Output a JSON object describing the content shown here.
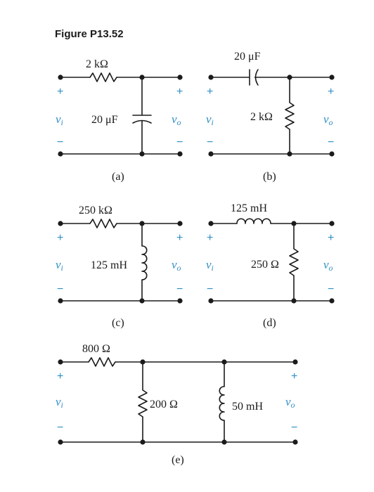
{
  "figure_title": "Figure P13.52",
  "colors": {
    "ink": "#1b1b1b",
    "accent": "#2f8fc6"
  },
  "signs": {
    "plus": "+",
    "minus": "−"
  },
  "symbols": {
    "vi_base": "v",
    "vi_sub": "i",
    "vo_base": "v",
    "vo_sub": "o"
  },
  "circuits": {
    "a": {
      "caption": "(a)",
      "resistor": "2 kΩ",
      "capacitor": "20 μF"
    },
    "b": {
      "caption": "(b)",
      "capacitor": "20 μF",
      "resistor": "2 kΩ"
    },
    "c": {
      "caption": "(c)",
      "resistor": "250 kΩ",
      "inductor": "125 mH"
    },
    "d": {
      "caption": "(d)",
      "inductor": "125 mH",
      "resistor": "250 Ω"
    },
    "e": {
      "caption": "(e)",
      "resistor_series": "800 Ω",
      "resistor_shunt": "200 Ω",
      "inductor_shunt": "50 mH"
    }
  }
}
